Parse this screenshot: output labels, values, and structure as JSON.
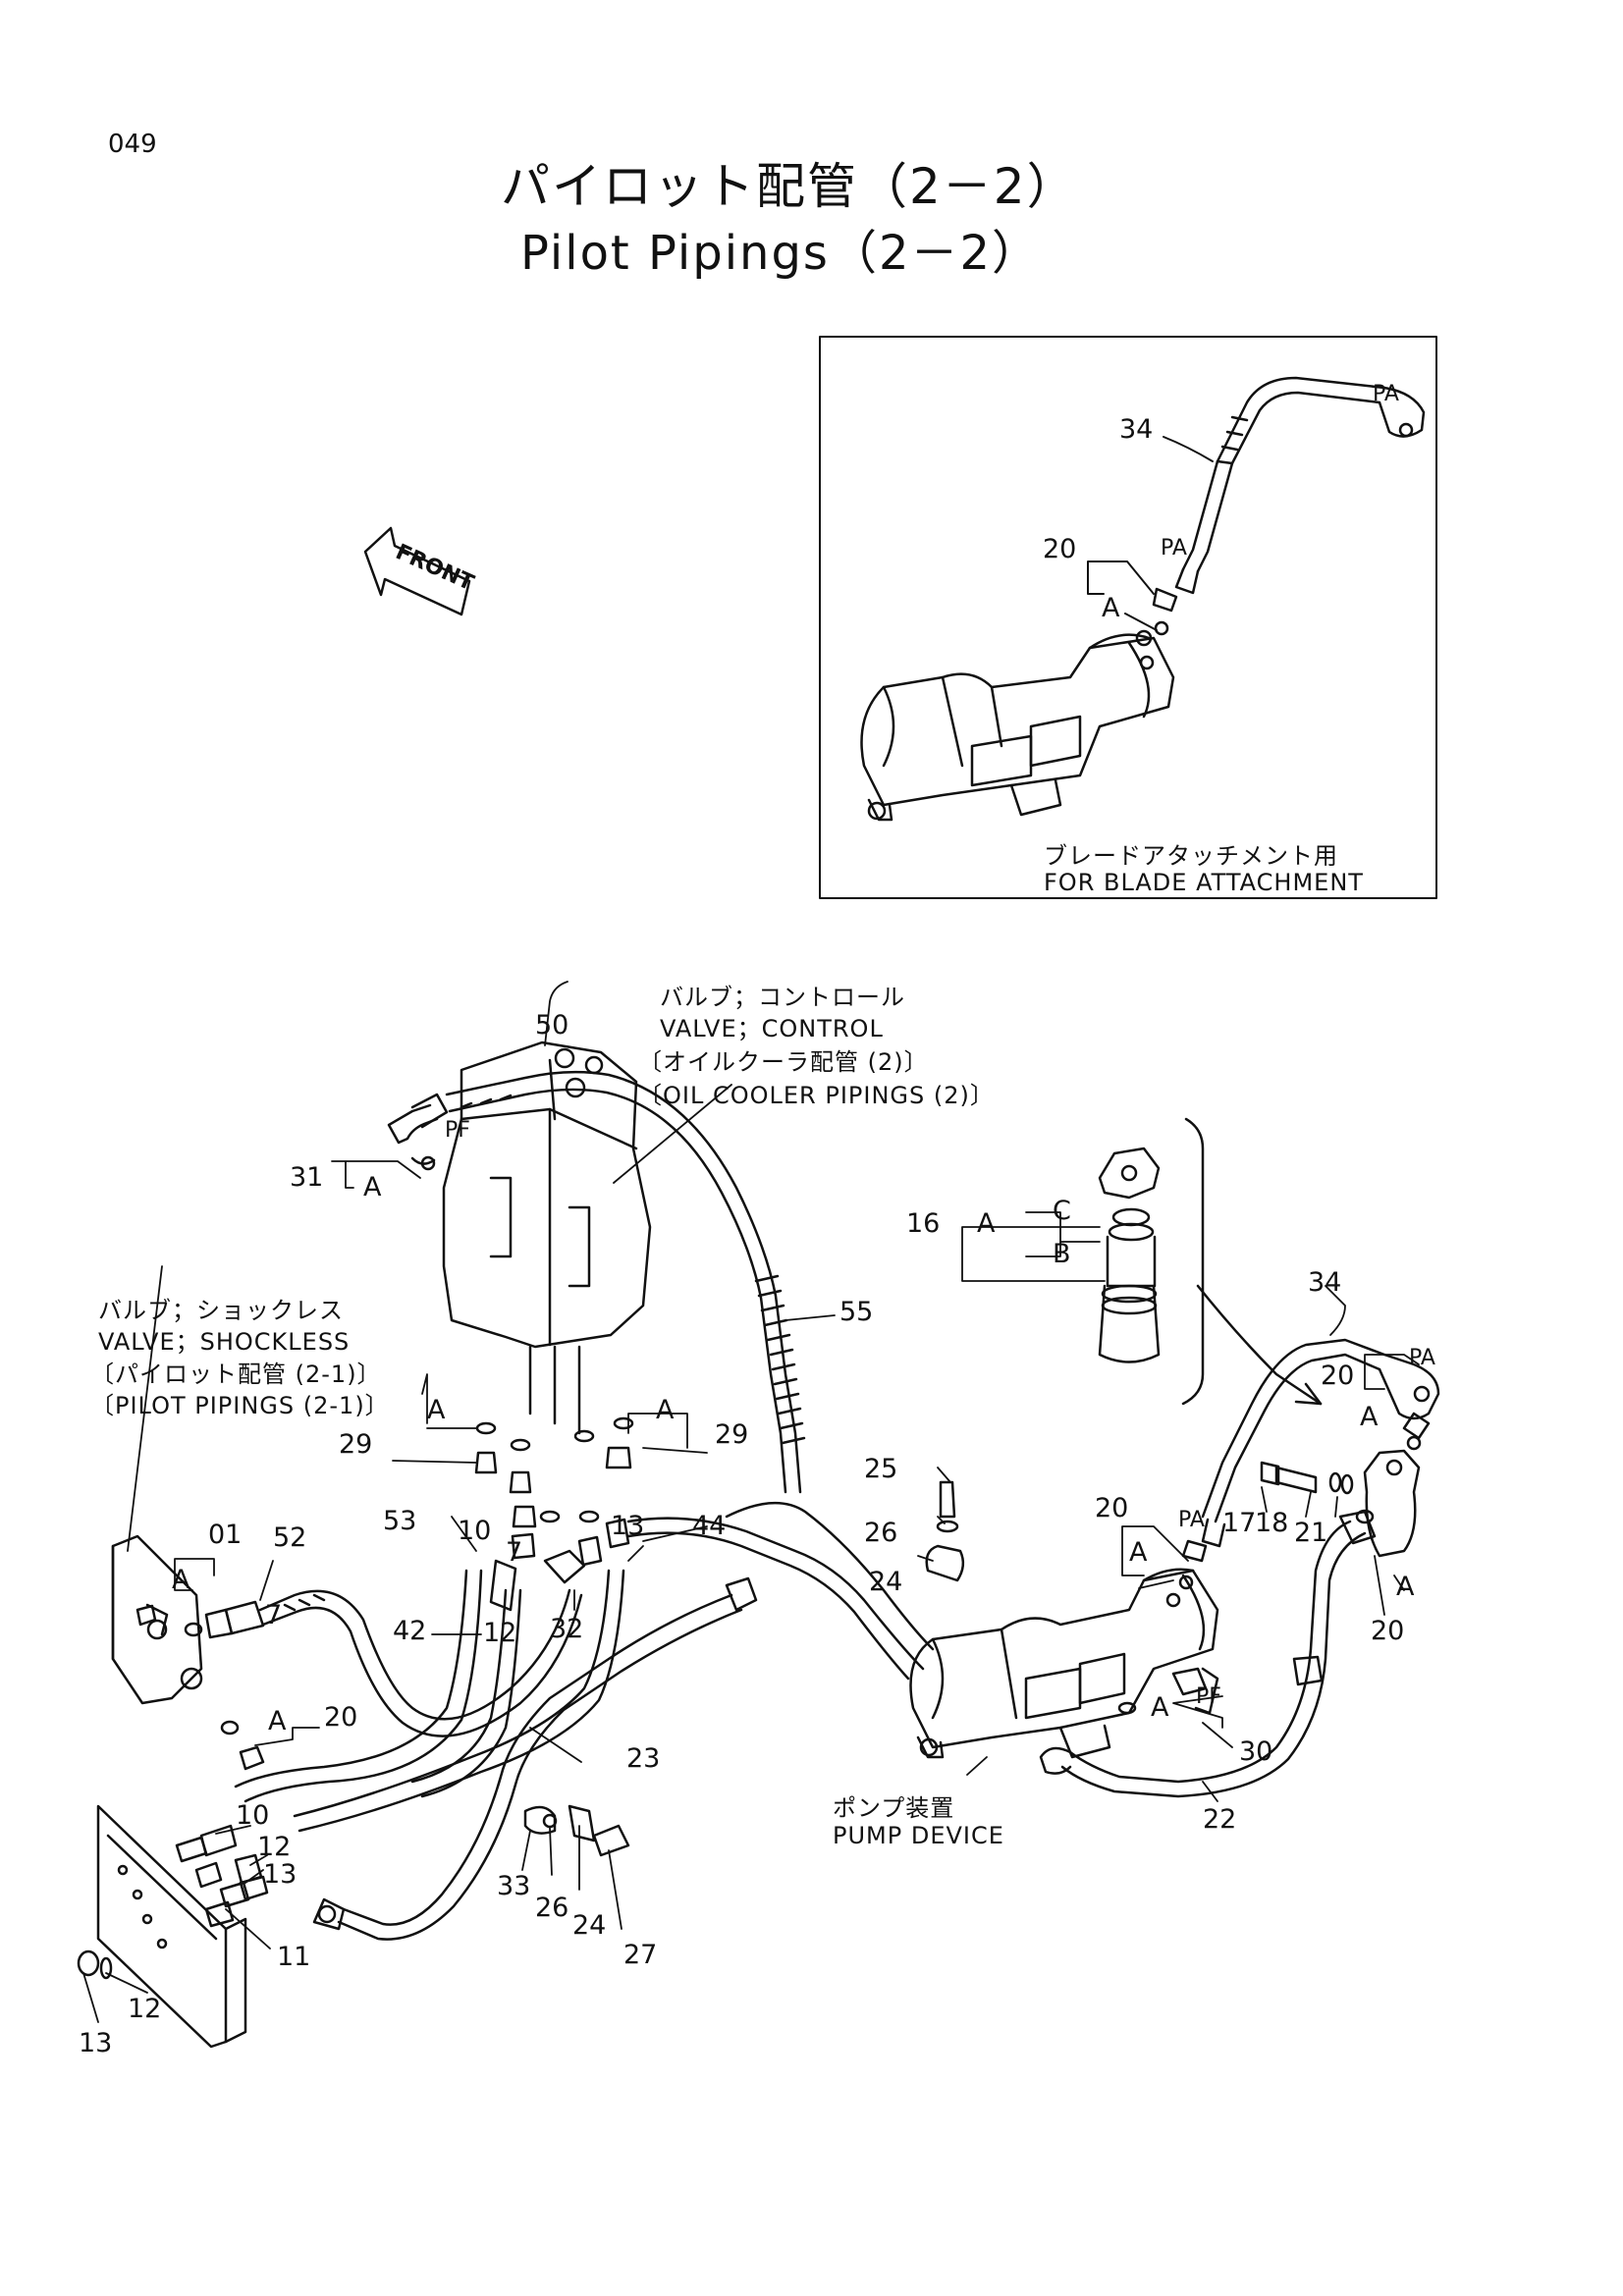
{
  "page_number": "049",
  "title_jp": "パイロット配管（2－2）",
  "title_en": "Pilot Pipings（2－2）",
  "front_label": "FRONT",
  "inset": {
    "label_jp": "ブレードアタッチメント用",
    "label_en": "FOR BLADE ATTACHMENT",
    "callouts": {
      "c34": "34",
      "c20": "20",
      "a": "A",
      "pa1": "PA",
      "pa2": "PA"
    }
  },
  "labels": {
    "control_valve_jp": "バルブ；コントロール",
    "control_valve_en": "VALVE；CONTROL",
    "oil_cooler_jp": "〔オイルクーラ配管 (2)〕",
    "oil_cooler_en": "〔OIL COOLER PIPINGS (2)〕",
    "shockless_jp": "バルブ；ショックレス",
    "shockless_en": "VALVE；SHOCKLESS",
    "pilot_jp": "〔パイロット配管 (2-1)〕",
    "pilot_en": "〔PILOT PIPINGS (2-1)〕",
    "pump_jp": "ポンプ装置",
    "pump_en": "PUMP DEVICE"
  },
  "callouts": {
    "c50": "50",
    "c31": "31",
    "a31": "A",
    "pf31": "PF",
    "c55": "55",
    "c16": "16",
    "a16": "A",
    "c16c": "C",
    "c16b": "B",
    "c34": "34",
    "pa34": "PA",
    "c20r": "20",
    "a20r": "A",
    "c29l": "29",
    "a29l": "A",
    "c29r": "29",
    "a29r": "A",
    "c25": "25",
    "c26r": "26",
    "c24r": "24",
    "c20m": "20",
    "a20m": "A",
    "pa20m": "PA",
    "c17": "17",
    "c18": "18",
    "c21": "21",
    "a21": "A",
    "c20b": "20",
    "c53": "53",
    "c10a": "10",
    "c7a": "7",
    "c13a": "13",
    "c44": "44",
    "c01": "01",
    "a01": "A",
    "c52": "52",
    "c7b": "7",
    "c42": "42",
    "c12a": "12",
    "c32": "32",
    "c20l": "20",
    "a20l": "A",
    "c23": "23",
    "c10b": "10",
    "c12b": "12",
    "c13b": "13",
    "c11": "11",
    "c33": "33",
    "c26b": "26",
    "c24b": "24",
    "c27": "27",
    "c30": "30",
    "a30": "A",
    "pf30": "PF",
    "c22": "22",
    "c12c": "12",
    "c13c": "13"
  }
}
